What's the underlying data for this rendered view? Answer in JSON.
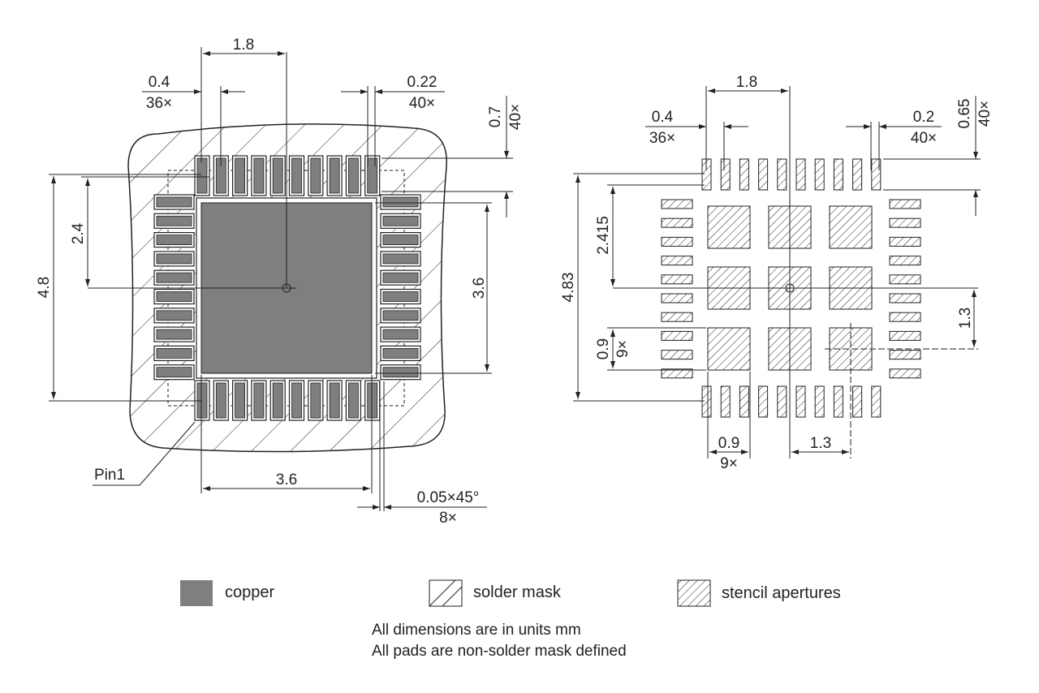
{
  "colors": {
    "copper": "#7f7f7f",
    "line": "#222222",
    "background": "#ffffff"
  },
  "left_view": {
    "pin1_label": "Pin1",
    "dims": {
      "pad_span": "1.8",
      "pitch_val": "0.4",
      "pitch_count": "36×",
      "gap_val": "0.22",
      "gap_count": "40×",
      "pad_len_val": "0.7",
      "pad_len_count": "40×",
      "center_offset": "2.4",
      "outline": "4.8",
      "epad_h": "3.6",
      "epad_w": "3.6",
      "chamfer_val": "0.05×45°",
      "chamfer_count": "8×"
    }
  },
  "right_view": {
    "dims": {
      "pad_span": "1.8",
      "pitch_val": "0.4",
      "pitch_count": "36×",
      "width_val": "0.2",
      "width_count": "40×",
      "len_val": "0.65",
      "len_count": "40×",
      "center_offset": "2.415",
      "outline": "4.83",
      "ap_pitch": "1.3",
      "ap_size_val": "0.9",
      "ap_size_count": "9×",
      "bottom_ap_size": "0.9",
      "bottom_ap_count": "9×",
      "bottom_pitch": "1.3"
    }
  },
  "legend": [
    {
      "label": "copper",
      "icon": "copper-swatch"
    },
    {
      "label": "solder mask",
      "icon": "solder-mask-swatch"
    },
    {
      "label": "stencil apertures",
      "icon": "stencil-swatch"
    }
  ],
  "notes": [
    "All dimensions are in units mm",
    "All pads are non-solder mask defined"
  ]
}
